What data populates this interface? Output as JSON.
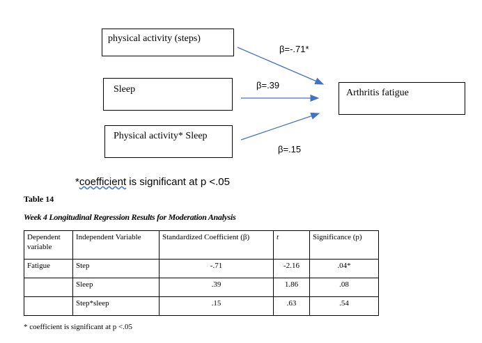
{
  "diagram": {
    "boxes": {
      "steps": "physical activity (steps)",
      "sleep": "Sleep",
      "interaction": "Physical activity* Sleep",
      "outcome": "Arthritis fatigue"
    },
    "betas": {
      "steps": "β=-.71*",
      "sleep": "β=.39",
      "interaction": "β=.15"
    },
    "arrow_color": "#4472c4",
    "note_prefix": "*",
    "note_word": "coefficient",
    "note_rest": " is significant at p <.05"
  },
  "table": {
    "label": "Table 14",
    "title": "Week 4 Longitudinal Regression Results for Moderation Analysis",
    "headers": {
      "dependent": "Dependent variable",
      "independent": "Independent Variable",
      "coef": "Standardized Coefficient (β)",
      "t": "t",
      "sig": "Significance (p)"
    },
    "rows": [
      {
        "dependent": "Fatigue",
        "independent": "Step",
        "coef": "-.71",
        "t": "-2.16",
        "sig": ".04*"
      },
      {
        "dependent": "",
        "independent": "Sleep",
        "coef": ".39",
        "t": "1.86",
        "sig": ".08"
      },
      {
        "dependent": "",
        "independent": "Step*sleep",
        "coef": ".15",
        "t": ".63",
        "sig": ".54"
      }
    ],
    "footnote": "* coefficient is significant at p <.05"
  }
}
